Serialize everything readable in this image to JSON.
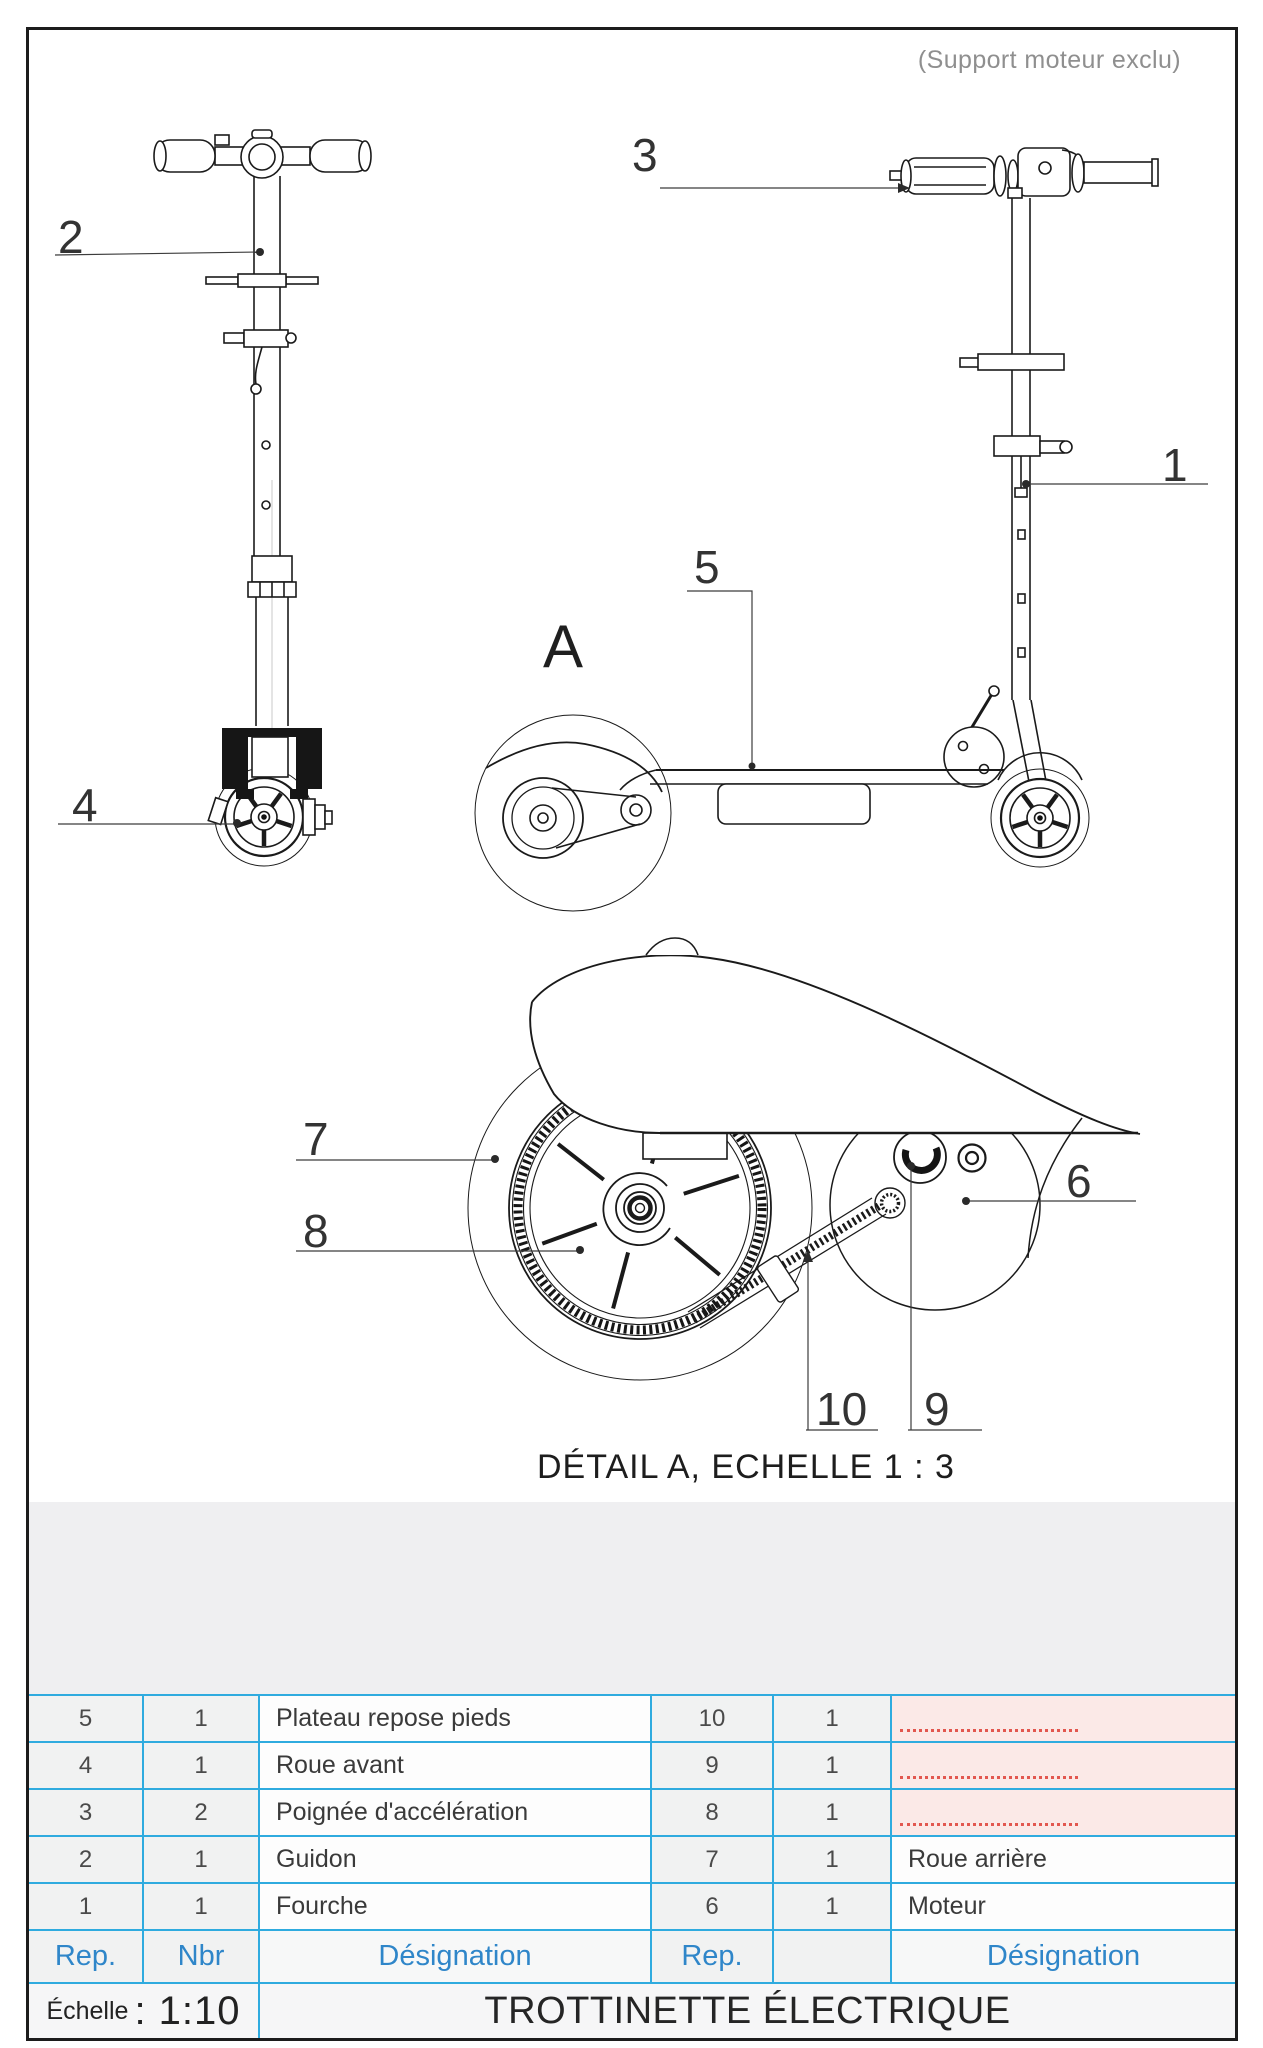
{
  "sheet": {
    "support_note": "(Support moteur exclu)",
    "detail_marker": "A",
    "detail_caption": "DÉTAIL A, ECHELLE 1 : 3"
  },
  "callouts": {
    "c1": "1",
    "c2": "2",
    "c3": "3",
    "c4": "4",
    "c5": "5",
    "c6": "6",
    "c7": "7",
    "c8": "8",
    "c9": "9",
    "c10": "10"
  },
  "bom": {
    "left": {
      "header": {
        "rep": "Rep.",
        "nbr": "Nbr",
        "designation": "Désignation"
      },
      "rows": [
        {
          "rep": "5",
          "nbr": "1",
          "designation": "Plateau repose pieds"
        },
        {
          "rep": "4",
          "nbr": "1",
          "designation": "Roue avant"
        },
        {
          "rep": "3",
          "nbr": "2",
          "designation": "Poignée d'accélération"
        },
        {
          "rep": "2",
          "nbr": "1",
          "designation": "Guidon"
        },
        {
          "rep": "1",
          "nbr": "1",
          "designation": "Fourche"
        }
      ]
    },
    "right": {
      "header": {
        "rep": "Rep.",
        "nbr": "",
        "designation": "Désignation"
      },
      "rows": [
        {
          "rep": "10",
          "nbr": "1",
          "designation": ""
        },
        {
          "rep": "9",
          "nbr": "1",
          "designation": ""
        },
        {
          "rep": "8",
          "nbr": "1",
          "designation": ""
        },
        {
          "rep": "7",
          "nbr": "1",
          "designation": "Roue arrière"
        },
        {
          "rep": "6",
          "nbr": "1",
          "designation": "Moteur"
        }
      ]
    }
  },
  "title_block": {
    "scale_label": "Échelle",
    "scale_value": ": 1:10",
    "drawing_title": "TROTTINETTE ÉLECTRIQUE"
  },
  "colors": {
    "grid_cyan": "#2fabdf",
    "header_blue": "#2f86c9",
    "missing_pink": "#fbe9e7",
    "missing_dotted_red": "#e2574f",
    "frame_black": "#1c1c1c"
  }
}
